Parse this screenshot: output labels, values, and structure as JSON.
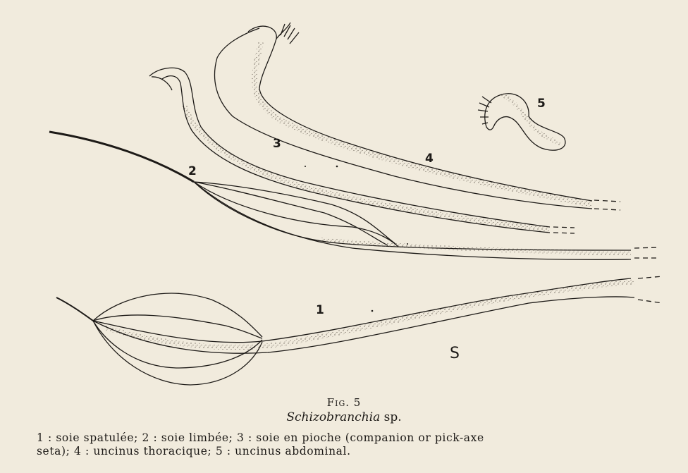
{
  "figure": {
    "label": "Fig. 5",
    "title_genus": "Schizobranchia",
    "title_suffix": " sp.",
    "legend_line1": "1 : soie spatulée; 2 : soie limbée; 3 : soie en pioche (companion or pick-axe",
    "legend_line2": "seta); 4 : uncinus thoracique; 5 : uncinus abdominal.",
    "numbers": [
      "1",
      "2",
      "3",
      "4",
      "5"
    ],
    "letter": "S"
  },
  "colors": {
    "paper": "#f1ebdd",
    "ink": "#1d1a17",
    "stipple": "#6b6358"
  }
}
